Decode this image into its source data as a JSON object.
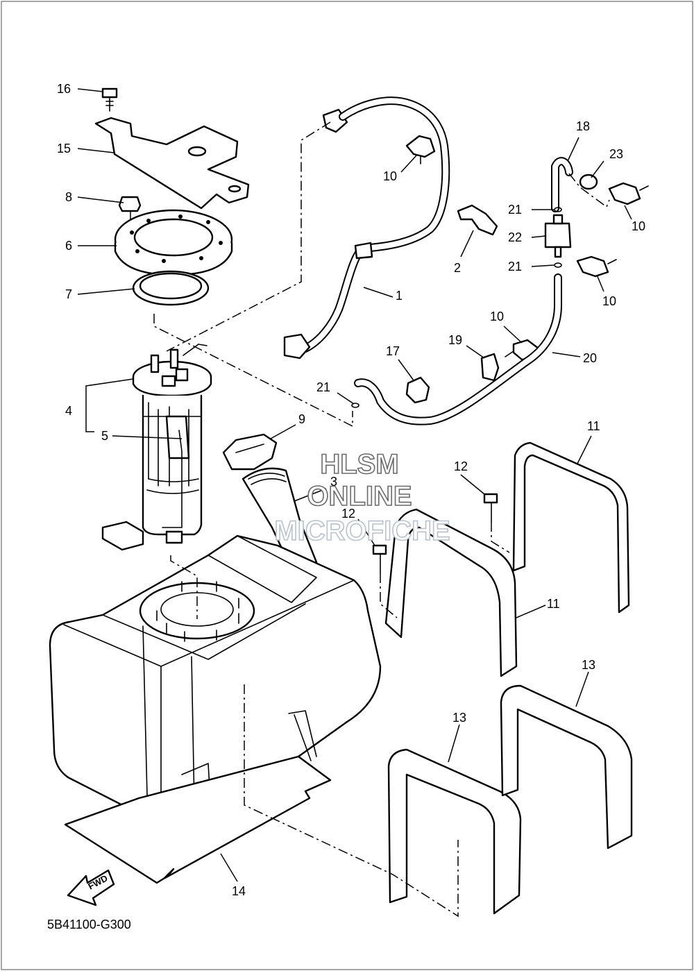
{
  "diagram_code": "5B41100-G300",
  "fwd_label": "FWD",
  "watermark": {
    "line1": "HLSM",
    "line2": "ONLINE",
    "line3": "MICROFICHE"
  },
  "callouts": {
    "c1": "1",
    "c2": "2",
    "c3": "3",
    "c4": "4",
    "c5": "5",
    "c6": "6",
    "c7": "7",
    "c8": "8",
    "c9": "9",
    "c10a": "10",
    "c10b": "10",
    "c10c": "10",
    "c10d": "10",
    "c11a": "11",
    "c11b": "11",
    "c12a": "12",
    "c12b": "12",
    "c13a": "13",
    "c13b": "13",
    "c14": "14",
    "c15": "15",
    "c16": "16",
    "c17": "17",
    "c18": "18",
    "c19": "19",
    "c20": "20",
    "c21a": "21",
    "c21b": "21",
    "c21c": "21",
    "c22": "22",
    "c23": "23"
  }
}
